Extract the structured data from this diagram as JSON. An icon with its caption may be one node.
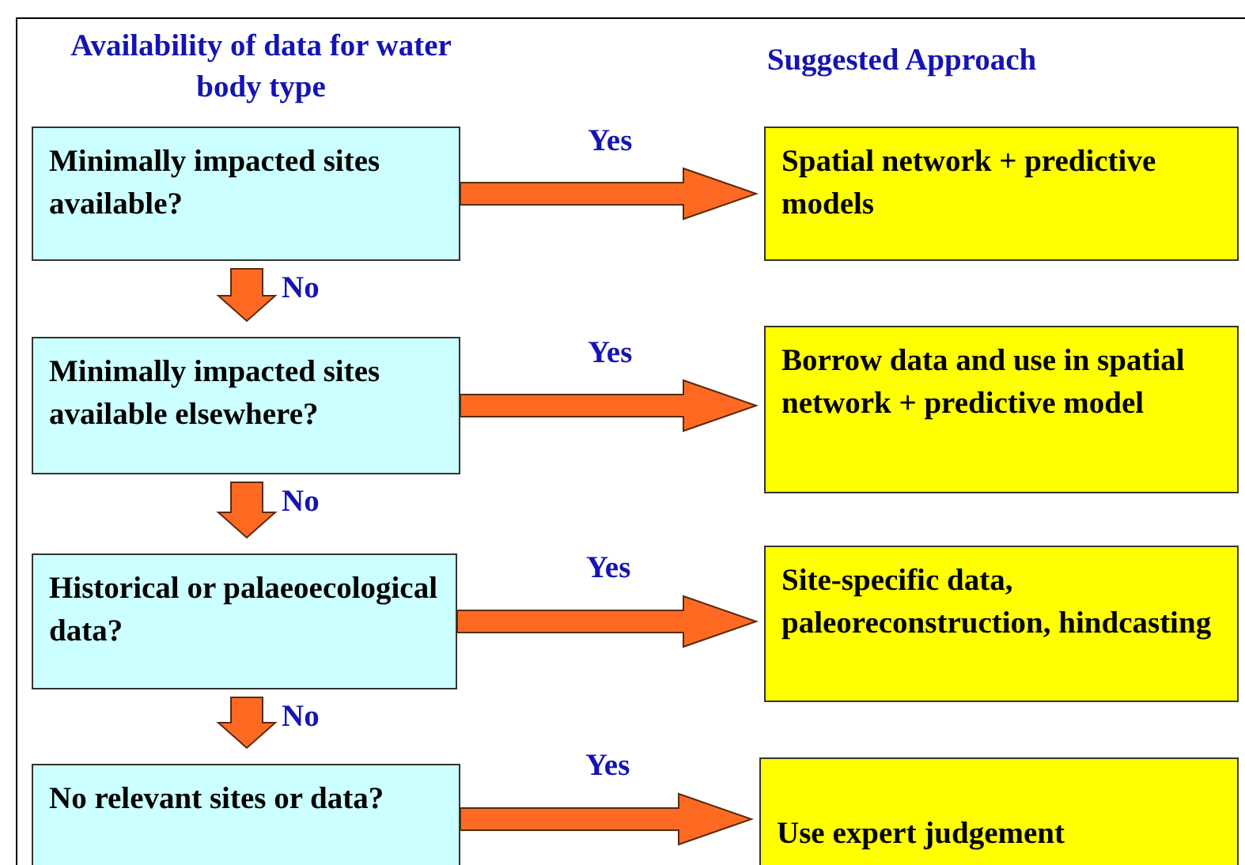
{
  "diagram": {
    "nodes": [
      {
        "text": [
          "Minimally impacted sites available?"
        ]
      },
      {
        "text": [
          "Minimally impacted sites available elsewhere?"
        ]
      },
      {
        "text": [
          "Historical or palaeoecological data?"
        ]
      },
      {
        "text": [
          "No relevant sites or data?"
        ]
      },
      {
        "text": [
          "Spatial network + predictive models"
        ]
      },
      {
        "text": [
          "Borrow data and use in spatial network + predictive model"
        ]
      },
      {
        "text": [
          "Site-specific data, paleoreconstruction, hindcasting"
        ]
      },
      {
        "text": [
          "Use expert judgement"
        ]
      }
    ],
    "edges": [
      {
        "from": 0,
        "to": 4,
        "arrow": "to",
        "label": "Yes"
      },
      {
        "from": 0,
        "to": 1,
        "arrow": "to",
        "label": "No"
      },
      {
        "from": 1,
        "to": 5,
        "arrow": "to",
        "label": "Yes"
      },
      {
        "from": 1,
        "to": 2,
        "arrow": "to",
        "label": "No"
      },
      {
        "from": 2,
        "to": 6,
        "arrow": "to",
        "label": "Yes"
      },
      {
        "from": 2,
        "to": 3,
        "arrow": "to",
        "label": "No"
      },
      {
        "from": 3,
        "to": 7,
        "arrow": "to",
        "label": "Yes"
      }
    ],
    "labels": [
      "Availability of data for water body type",
      "Suggested Approach"
    ]
  }
}
